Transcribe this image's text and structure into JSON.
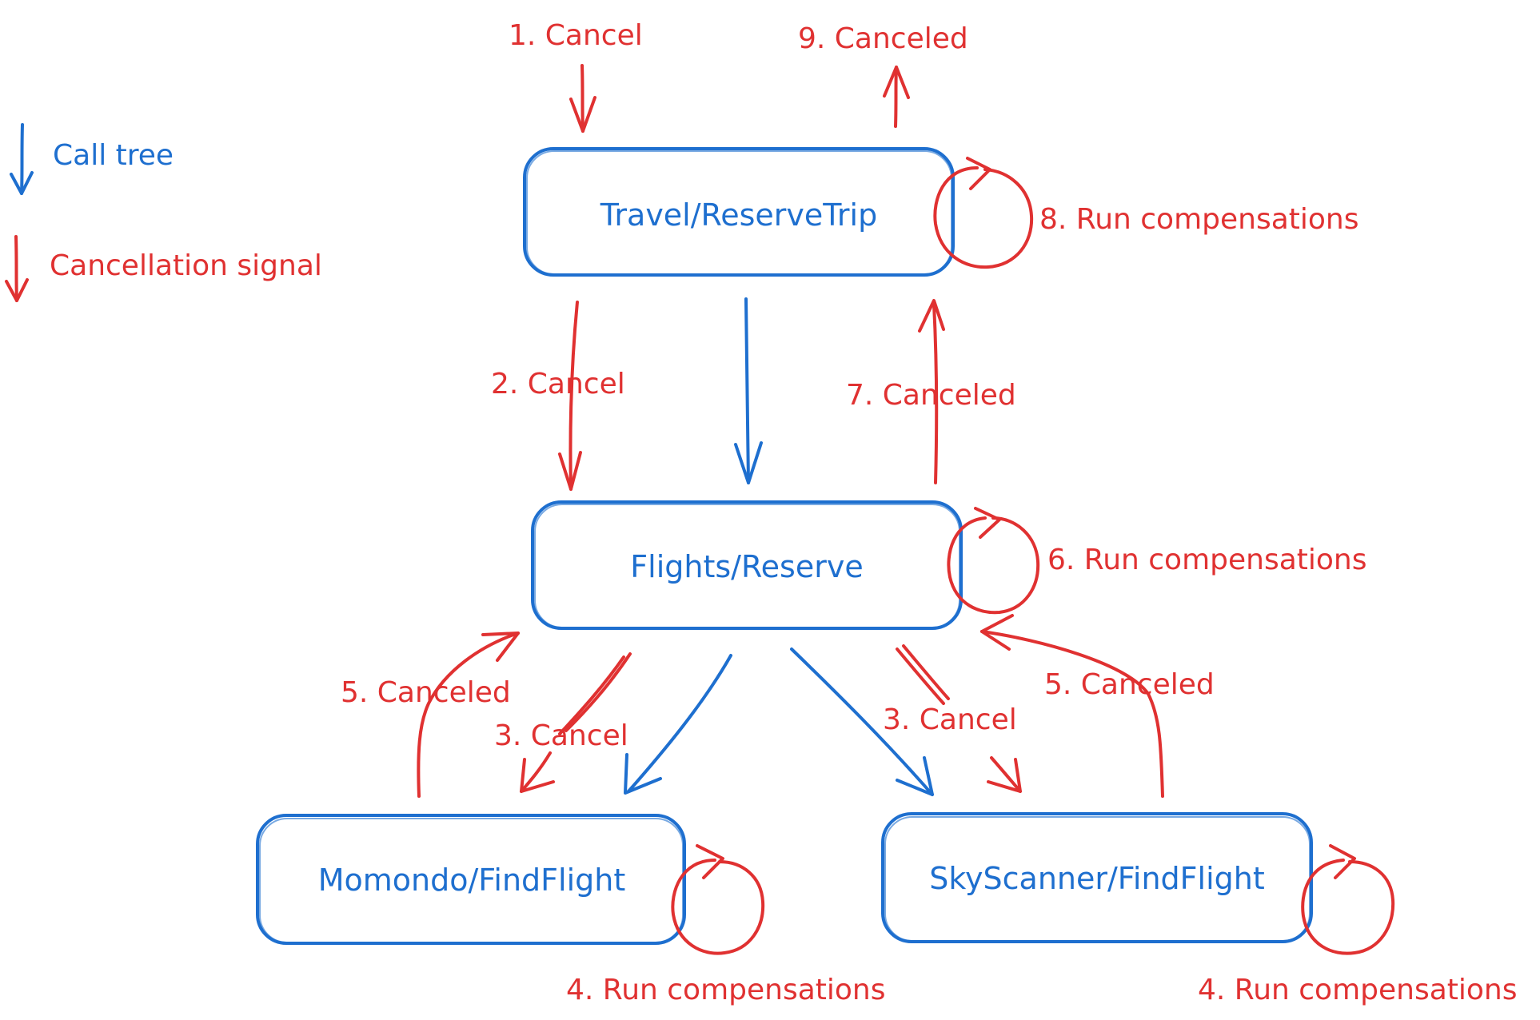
{
  "colors": {
    "call_tree": "#1e6fcf",
    "cancellation": "#e03131",
    "background": "#ffffff"
  },
  "legend": {
    "call_tree_label": "Call tree",
    "cancellation_label": "Cancellation signal"
  },
  "nodes": {
    "travel": "Travel/ReserveTrip",
    "flights": "Flights/Reserve",
    "momondo": "Momondo/FindFlight",
    "skyscanner": "SkyScanner/FindFlight"
  },
  "labels": {
    "step1": "1. Cancel",
    "step2": "2. Cancel",
    "step3_left": "3. Cancel",
    "step3_right": "3. Cancel",
    "step4_left": "4. Run compensations",
    "step4_right": "4. Run compensations",
    "step5_left": "5. Canceled",
    "step5_right": "5. Canceled",
    "step6": "6. Run compensations",
    "step7": "7. Canceled",
    "step8": "8. Run compensations",
    "step9": "9. Canceled"
  }
}
